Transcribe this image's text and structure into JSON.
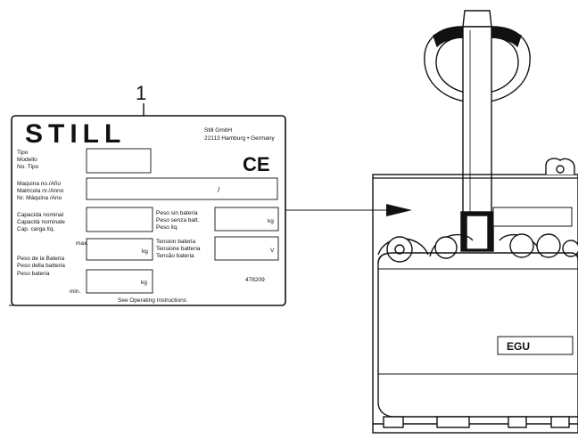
{
  "callout_number": "1",
  "plate": {
    "logo": "STILL",
    "company_line1": "Still GmbH",
    "company_line2": "22113 Hamburg • Germany",
    "ce_mark": "CE",
    "type_labels": [
      "Tipo",
      "Modello",
      "No. Tipo"
    ],
    "machine_labels": [
      "Maquina no./Año",
      "Matricola nr./Anno",
      "Nr. Máquina /Ano"
    ],
    "machine_separator": "/",
    "capacity_labels": [
      "Capacida nominal",
      "Capacità nominale",
      "Cap. carga líq."
    ],
    "weight_no_battery_labels": [
      "Peso sin bateria",
      "Peso senza batt.",
      "Peso liq."
    ],
    "weight_unit": "kg",
    "max_label": "max.",
    "battery_weight_labels": [
      "Peso de la Bateria",
      "Peso della batteria",
      "Peso bateria"
    ],
    "min_label": "min.",
    "battery_voltage_labels": [
      "Tension bateria",
      "Tensione batteria",
      "Tensão bateria"
    ],
    "voltage_unit": "V",
    "part_number": "478209",
    "footer": "See Operating Instructions"
  },
  "truck": {
    "badge": "EGU"
  }
}
